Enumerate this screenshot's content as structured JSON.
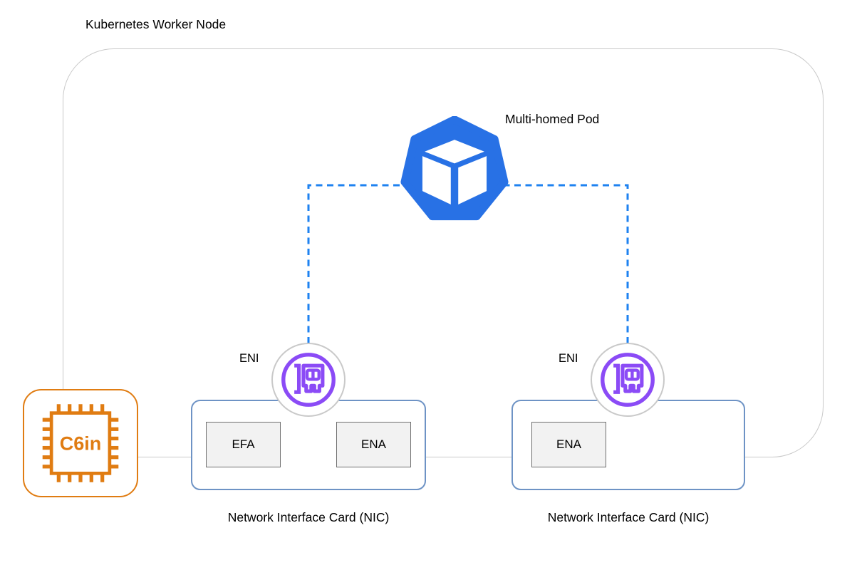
{
  "title": "Kubernetes Worker Node",
  "pod": {
    "label": "Multi-homed Pod"
  },
  "instance": {
    "label": "C6in"
  },
  "enis": {
    "left": "ENI",
    "right": "ENI"
  },
  "nics": {
    "left": {
      "caption": "Network Interface Card (NIC)",
      "adapters": [
        "EFA",
        "ENA"
      ]
    },
    "right": {
      "caption": "Network Interface Card (NIC)",
      "adapters": [
        "ENA"
      ]
    }
  },
  "colors": {
    "pod_blue": "#2871E5",
    "connector_blue": "#1E82F0",
    "eni_purple": "#8B4BF6",
    "instance_orange": "#E07C12",
    "nic_border_blue": "#6E93C5",
    "node_border_gray": "#C9C9C9",
    "adapter_fill_gray": "#F2F2F2"
  },
  "icons": {
    "pod": "kubernetes-pod-icon",
    "eni": "network-interface-card-icon",
    "instance": "cpu-chip-icon"
  }
}
